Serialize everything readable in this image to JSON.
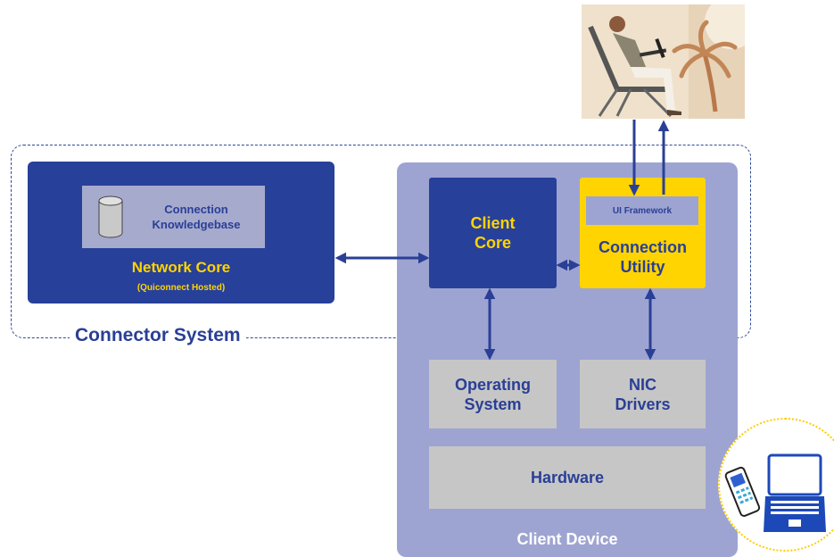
{
  "connector_system": {
    "label": "Connector System"
  },
  "network_core": {
    "title": "Network Core",
    "subtitle": "(Quiconnect Hosted)",
    "knowledgebase": {
      "line1": "Connection",
      "line2": "Knowledgebase",
      "icon": "database-icon"
    }
  },
  "client_device": {
    "label": "Client Device",
    "client_core": {
      "line1": "Client",
      "line2": "Core"
    },
    "connection_utility": {
      "ui_framework": "UI Framework",
      "line1": "Connection",
      "line2": "Utility"
    },
    "operating_system": {
      "line1": "Operating",
      "line2": "System"
    },
    "nic_drivers": {
      "line1": "NIC",
      "line2": "Drivers"
    },
    "hardware": "Hardware"
  },
  "illustrations": {
    "user": "user-with-laptop-illustration",
    "devices": [
      "mobile-phone-icon",
      "laptop-icon"
    ]
  },
  "colors": {
    "navy": "#27409a",
    "yellow": "#ffd400",
    "lavender": "#9ea4d1",
    "grey": "#c6c6c6"
  }
}
